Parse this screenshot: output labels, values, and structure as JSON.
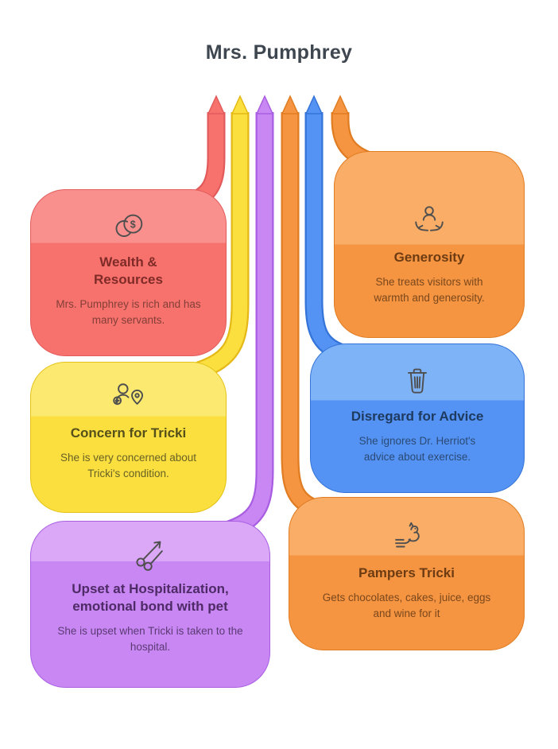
{
  "title": "Mrs. Pumphrey",
  "theme": {
    "heading_color": "#3e4650",
    "icon_stroke": "#4f4f4f",
    "background": "#ffffff"
  },
  "boxes": [
    {
      "id": "wealth-resources",
      "title": "Wealth & Resources",
      "description": "Mrs. Pumphrey is rich and has many servants.",
      "icon": "coins-icon",
      "colors": {
        "light": "#f9908d",
        "main": "#f7716d",
        "border": "#e25b5b",
        "split": "32%",
        "title_text": "#7f2b28",
        "desc_text": "#833f38"
      }
    },
    {
      "id": "concern-for-tricki",
      "title": "Concern for Tricki",
      "description": "She is very concerned about Tricki's condition.",
      "icon": "caretaker-icon",
      "colors": {
        "light": "#fcea70",
        "main": "#fbdf3f",
        "border": "#e4c217",
        "split": "36%",
        "title_text": "#55501a",
        "desc_text": "#676025"
      }
    },
    {
      "id": "upset-hospitalization",
      "title": "Upset at Hospitalization, emotional bond with pet",
      "description": "She is upset when Tricki is taken to the hospital.",
      "icon": "scissors-arrow-icon",
      "colors": {
        "light": "#dba8f7",
        "main": "#c887f3",
        "border": "#a95ee2",
        "split": "24%",
        "title_text": "#4e2a66",
        "desc_text": "#5b3a74"
      }
    },
    {
      "id": "generosity",
      "title": "Generosity",
      "description": "She treats visitors with warmth and generosity.",
      "icon": "giving-person-icon",
      "colors": {
        "light": "#f9ad66",
        "main": "#f59441",
        "border": "#e07c22",
        "split": "50%",
        "title_text": "#6e3c12",
        "desc_text": "#7a481c"
      }
    },
    {
      "id": "disregard-for-advice",
      "title": "Disregard for Advice",
      "description": "She ignores Dr. Herriot's advice about exercise.",
      "icon": "trash-icon",
      "colors": {
        "light": "#7fb3f7",
        "main": "#5493f3",
        "border": "#3474d8",
        "split": "38%",
        "title_text": "#1e3a5f",
        "desc_text": "#2b4a75"
      }
    },
    {
      "id": "pampers-tricki",
      "title": "Pampers Tricki",
      "description": "Gets chocolates, cakes, juice, eggs and wine for it",
      "icon": "petting-dog-icon",
      "colors": {
        "light": "#f9ad66",
        "main": "#f59441",
        "border": "#e07c22",
        "split": "38%",
        "title_text": "#6e3c12",
        "desc_text": "#7a481c"
      }
    }
  ],
  "connectors": [
    {
      "links_to": "wealth-resources",
      "color": "#f8726d",
      "edge": "#e25b5b"
    },
    {
      "links_to": "concern-for-tricki",
      "color": "#fbdf3f",
      "edge": "#e4b917"
    },
    {
      "links_to": "upset-hospitalization",
      "color": "#c887f3",
      "edge": "#a95ee2"
    },
    {
      "links_to": "pampers-tricki",
      "color": "#f59441",
      "edge": "#e07c22"
    },
    {
      "links_to": "disregard-for-advice",
      "color": "#5493f3",
      "edge": "#3474d8"
    },
    {
      "links_to": "generosity",
      "color": "#f59441",
      "edge": "#e07c22"
    }
  ]
}
